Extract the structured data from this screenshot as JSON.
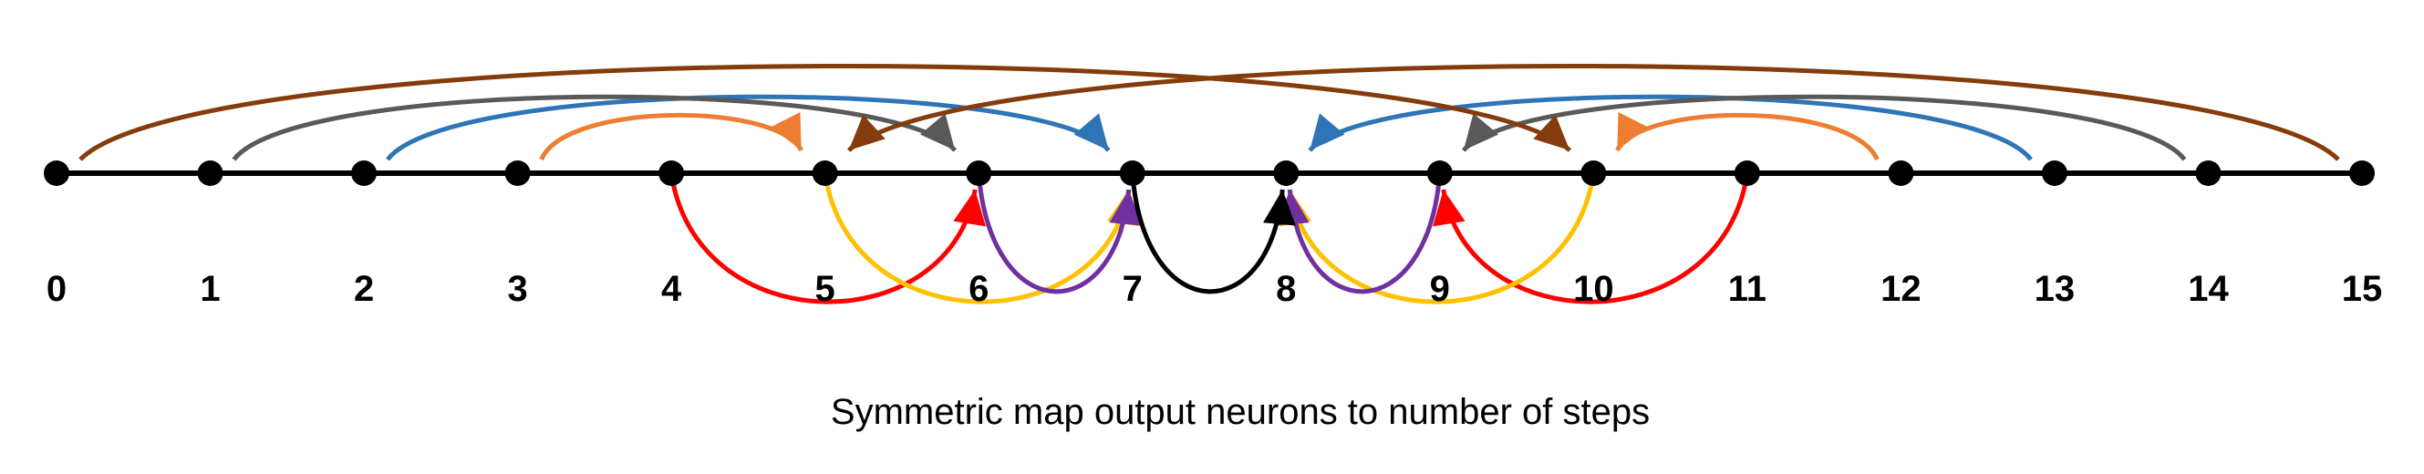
{
  "title": "",
  "caption": "Symmetric map output neurons to number of steps",
  "nodes": [
    "0",
    "1",
    "2",
    "3",
    "4",
    "5",
    "6",
    "7",
    "8",
    "9",
    "10",
    "11",
    "12",
    "13",
    "14",
    "15"
  ],
  "colors": {
    "line": "#000000",
    "red": "#ff0000",
    "yellow": "#ffc000",
    "purple": "#7030a0",
    "black": "#000000",
    "orange": "#ed7d31",
    "blue": "#2e75b6",
    "gray": "#595959",
    "brown": "#843c0c"
  },
  "connections": [
    {
      "from": 4,
      "to": 6,
      "side": "below",
      "color": "red"
    },
    {
      "from": 11,
      "to": 9,
      "side": "below",
      "color": "red"
    },
    {
      "from": 5,
      "to": 7,
      "side": "below",
      "color": "yellow"
    },
    {
      "from": 10,
      "to": 8,
      "side": "below",
      "color": "yellow"
    },
    {
      "from": 6,
      "to": 7,
      "side": "below",
      "color": "purple"
    },
    {
      "from": 9,
      "to": 8,
      "side": "below",
      "color": "purple"
    },
    {
      "from": 7,
      "to": 8,
      "side": "below",
      "color": "black"
    },
    {
      "from": 3,
      "to": 5,
      "side": "above",
      "color": "orange"
    },
    {
      "from": 12,
      "to": 10,
      "side": "above",
      "color": "orange"
    },
    {
      "from": 2,
      "to": 7,
      "side": "above",
      "color": "blue"
    },
    {
      "from": 13,
      "to": 8,
      "side": "above",
      "color": "blue"
    },
    {
      "from": 1,
      "to": 6,
      "side": "above",
      "color": "gray"
    },
    {
      "from": 14,
      "to": 9,
      "side": "above",
      "color": "gray"
    },
    {
      "from": 0,
      "to": 10,
      "side": "above",
      "color": "brown"
    },
    {
      "from": 15,
      "to": 5,
      "side": "above",
      "color": "brown"
    }
  ]
}
